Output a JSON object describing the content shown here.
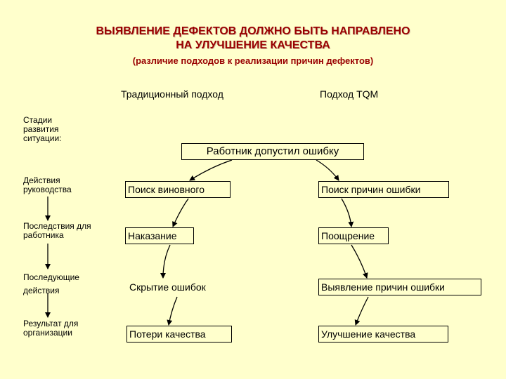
{
  "title": {
    "line1": "ВЫЯВЛЕНИЕ ДЕФЕКТОВ ДОЛЖНО БЫТЬ НАПРАВЛЕНО",
    "line2": "НА УЛУЧШЕНИЕ КАЧЕСТВА",
    "subtitle": "(различие подходов к реализации причин дефектов)"
  },
  "columns": {
    "traditional": "Традиционный подход",
    "tqm": "Подход TQM"
  },
  "stages": {
    "development": "Стадии развития ситуации:",
    "management": "Действия руководства",
    "consequences": "Последствия для работника",
    "next_actions": "Последующие действия",
    "result": "Результат для организации"
  },
  "root": "Работник допустил ошибку",
  "traditional": {
    "step1": "Поиск виновного",
    "step2": "Наказание",
    "step3": "Скрытие ошибок",
    "step4": "Потери качества"
  },
  "tqm": {
    "step1": "Поиск причин ошибки",
    "step2": "Поощрение",
    "step3": "Выявление причин ошибки",
    "step4": "Улучшение качества"
  }
}
